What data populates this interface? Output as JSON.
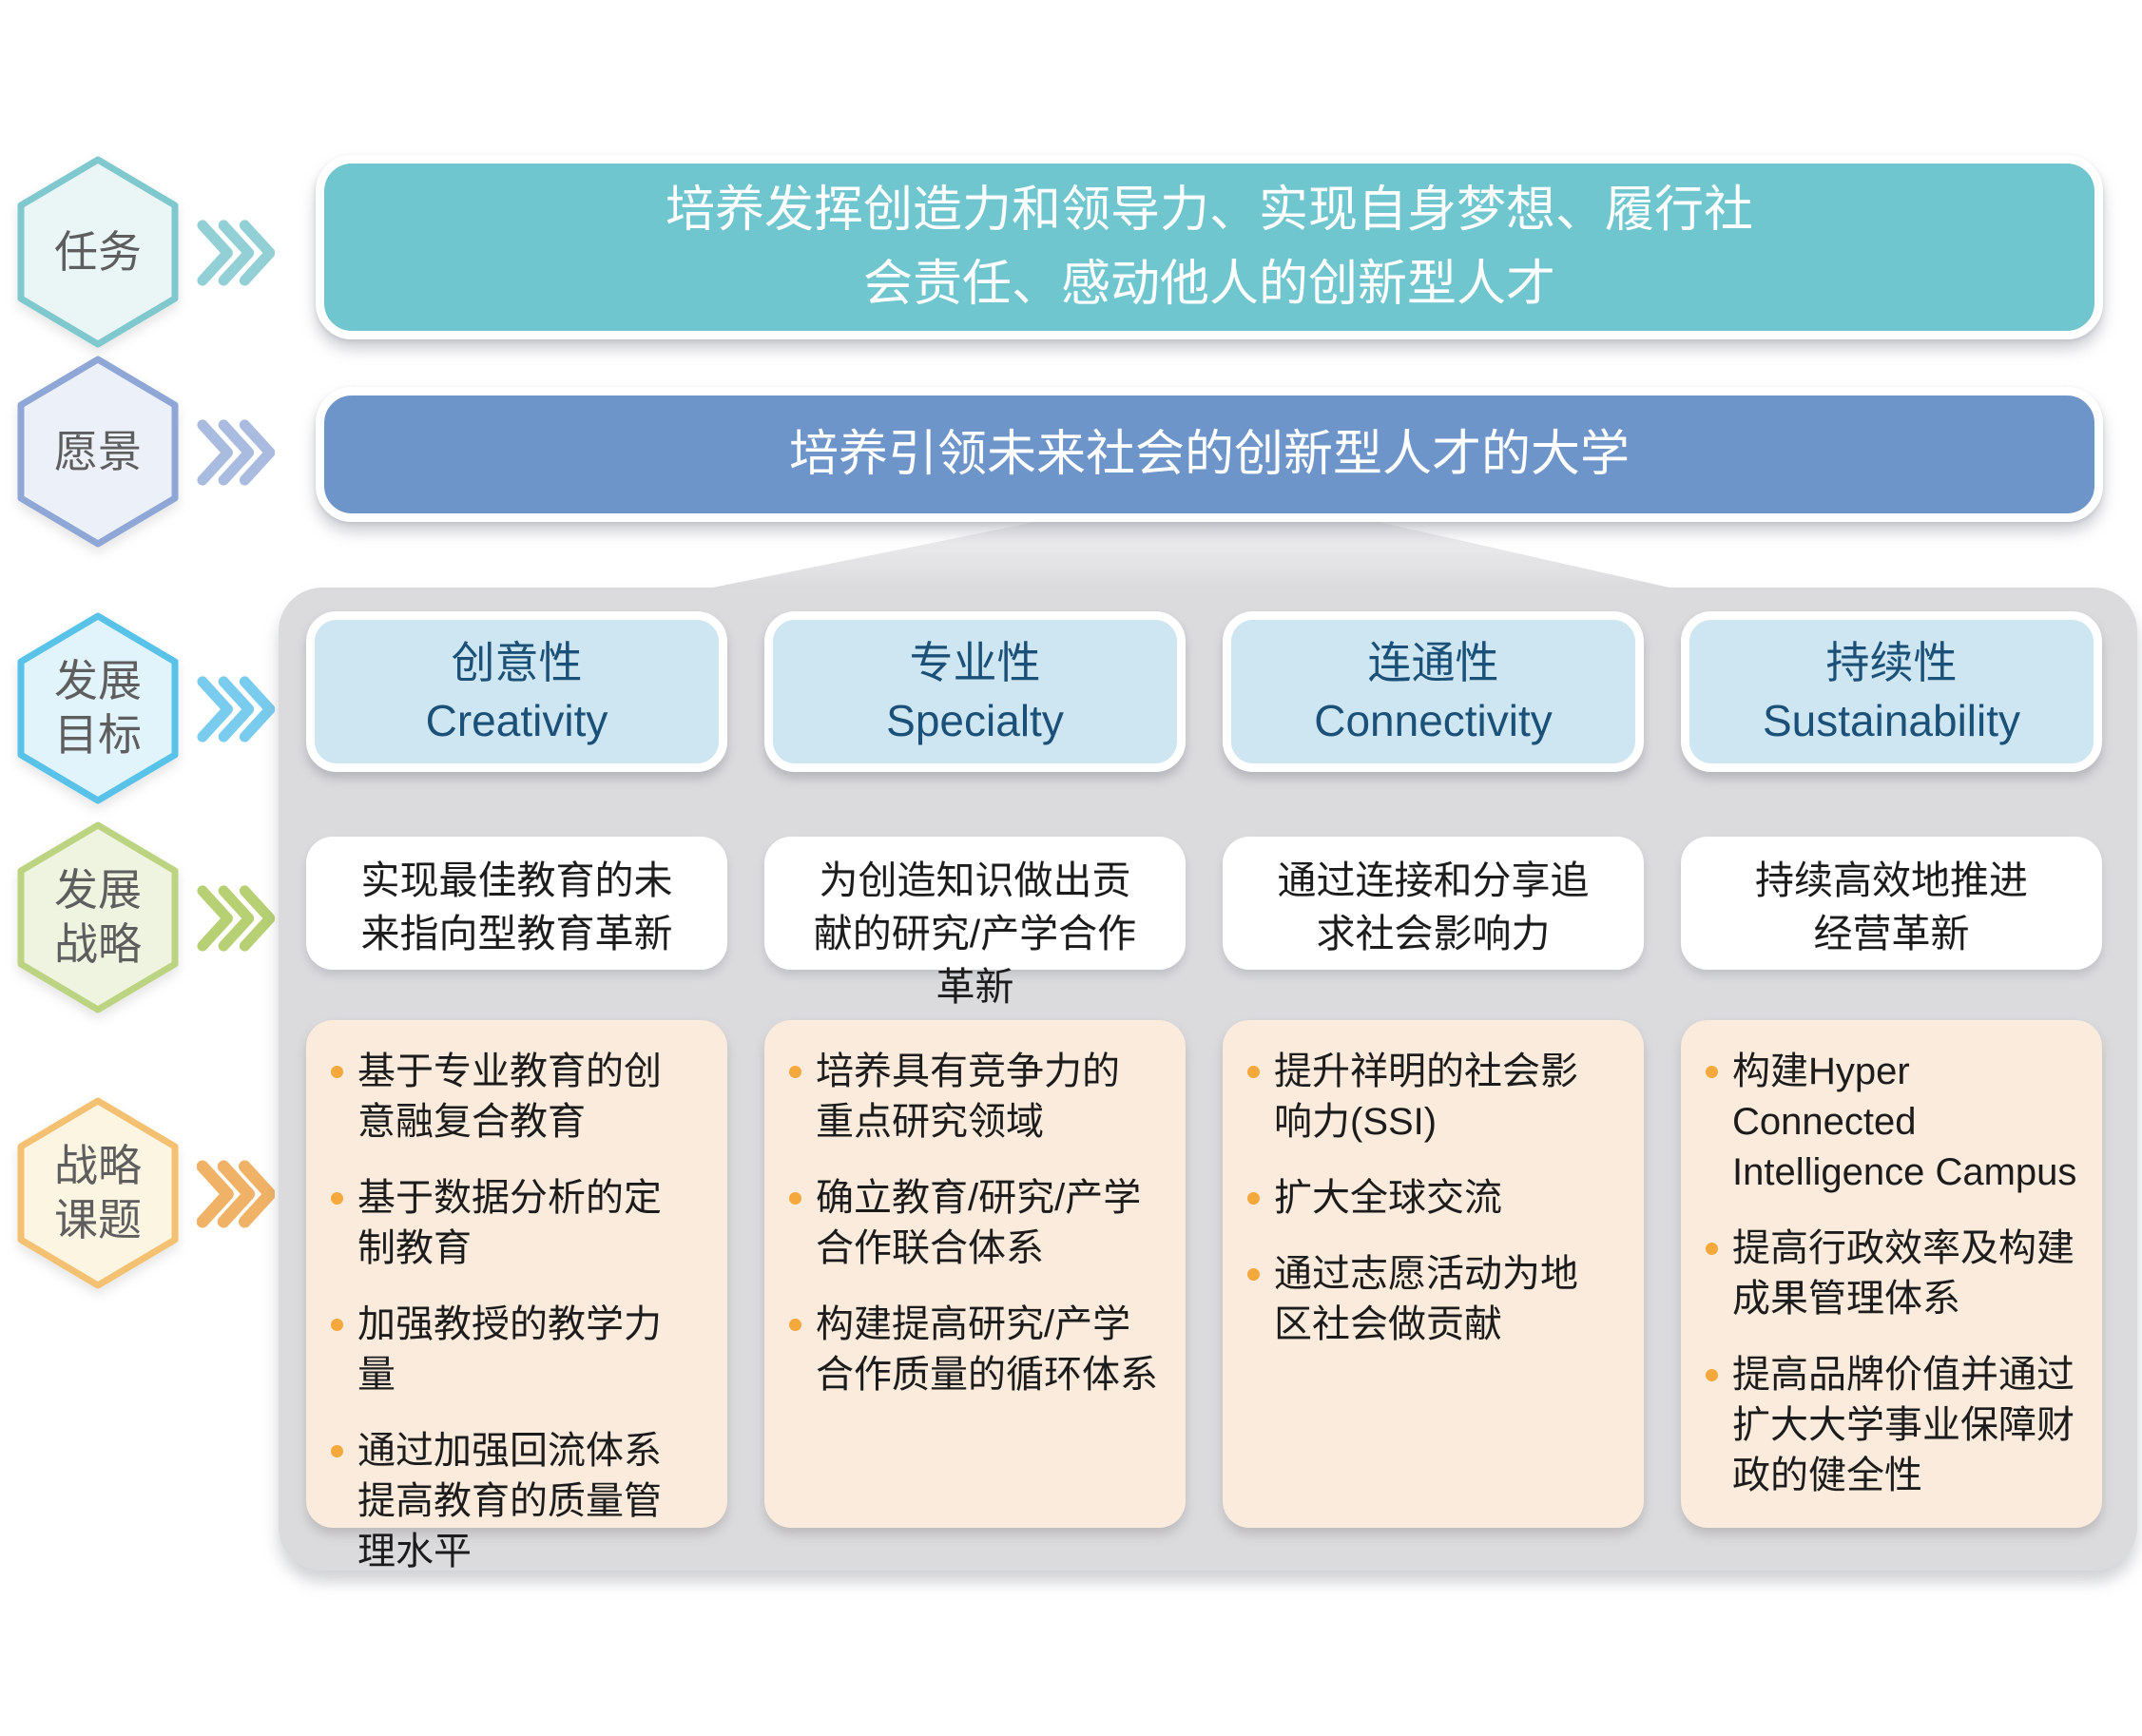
{
  "left_rail": {
    "items": [
      {
        "label": "任务"
      },
      {
        "label": "愿景"
      },
      {
        "label": "发展\n目标"
      },
      {
        "label": "发展\n战略"
      },
      {
        "label": "战略\n课题"
      }
    ]
  },
  "mission": {
    "text": "培养发挥创造力和领导力、实现自身梦想、履行社\n会责任、感动他人的创新型人才"
  },
  "vision": {
    "text": "培养引领未来社会的创新型人才的大学"
  },
  "panel": {
    "columns": [
      {
        "goal_zh": "创意性",
        "goal_en": "Creativity",
        "strategy": "实现最佳教育的未\n来指向型教育革新",
        "topics": [
          "基于专业教育的创\n意融复合教育",
          "基于数据分析的定\n制教育",
          "加强教授的教学力\n量",
          "通过加强回流体系\n提高教育的质量管\n理水平"
        ]
      },
      {
        "goal_zh": "专业性",
        "goal_en": "Specialty",
        "strategy": "为创造知识做出贡\n献的研究/产学合作\n革新",
        "topics": [
          "培养具有竞争力的\n重点研究领域",
          "确立教育/研究/产学\n合作联合体系",
          "构建提高研究/产学\n合作质量的循环体系"
        ]
      },
      {
        "goal_zh": "连通性",
        "goal_en": "Connectivity",
        "strategy": "通过连接和分享追\n求社会影响力",
        "topics": [
          "提升祥明的社会影\n响力(SSI)",
          "扩大全球交流",
          "通过志愿活动为地\n区社会做贡献"
        ]
      },
      {
        "goal_zh": "持续性",
        "goal_en": "Sustainability",
        "strategy": "持续高效地推进\n经营革新",
        "topics": [
          "构建Hyper\nConnected\nIntelligence Campus",
          "提高行政效率及构建\n成果管理体系",
          "提高品牌价值并通过\n扩大大学事业保障财\n政的健全性"
        ]
      }
    ]
  },
  "colors": {
    "mission_band": "#70C6CE",
    "vision_band": "#6E95CA",
    "goal_box_bg": "#CDE6F1",
    "goal_text": "#1B5078",
    "panel_bg": "#DBDBDE",
    "topic_box_bg": "#FAEBDC",
    "bullet": "#F5A83C",
    "rail": [
      {
        "border": "#7EC8CE",
        "fill": "#EAF5F6",
        "chevron": "#93D0D6"
      },
      {
        "border": "#8FA7D6",
        "fill": "#ECF0F9",
        "chevron": "#A9BBDF"
      },
      {
        "border": "#58C2E9",
        "fill": "#E1F3FB",
        "chevron": "#79CCEE"
      },
      {
        "border": "#BCD481",
        "fill": "#EFF4E0",
        "chevron": "#B6D073"
      },
      {
        "border": "#F4C173",
        "fill": "#FCF5E2",
        "chevron": "#EFB266"
      }
    ]
  }
}
